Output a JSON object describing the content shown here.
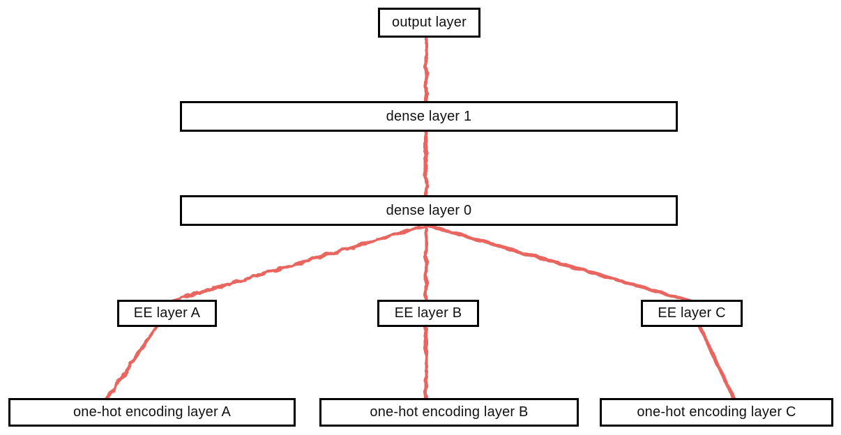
{
  "diagram": {
    "type": "neural-network-architecture",
    "nodes": {
      "output": {
        "label": "output layer"
      },
      "dense1": {
        "label": "dense layer 1"
      },
      "dense0": {
        "label": "dense layer 0"
      },
      "ee_a": {
        "label": "EE layer A"
      },
      "ee_b": {
        "label": "EE layer B"
      },
      "ee_c": {
        "label": "EE layer C"
      },
      "onehot_a": {
        "label": "one-hot encoding layer A"
      },
      "onehot_b": {
        "label": "one-hot encoding layer B"
      },
      "onehot_c": {
        "label": "one-hot encoding layer C"
      }
    },
    "edges": [
      {
        "from": "dense layer 1",
        "to": "output layer"
      },
      {
        "from": "dense layer 0",
        "to": "dense layer 1"
      },
      {
        "from": "EE layer A",
        "to": "dense layer 0"
      },
      {
        "from": "EE layer B",
        "to": "dense layer 0"
      },
      {
        "from": "EE layer C",
        "to": "dense layer 0"
      },
      {
        "from": "one-hot encoding layer A",
        "to": "EE layer A"
      },
      {
        "from": "one-hot encoding layer B",
        "to": "EE layer B"
      },
      {
        "from": "one-hot encoding layer C",
        "to": "EE layer C"
      }
    ],
    "colors": {
      "edge": "#e8665f",
      "box_border": "#000000",
      "box_fill": "#ffffff",
      "text": "#111111",
      "background": "#ffffff"
    }
  }
}
